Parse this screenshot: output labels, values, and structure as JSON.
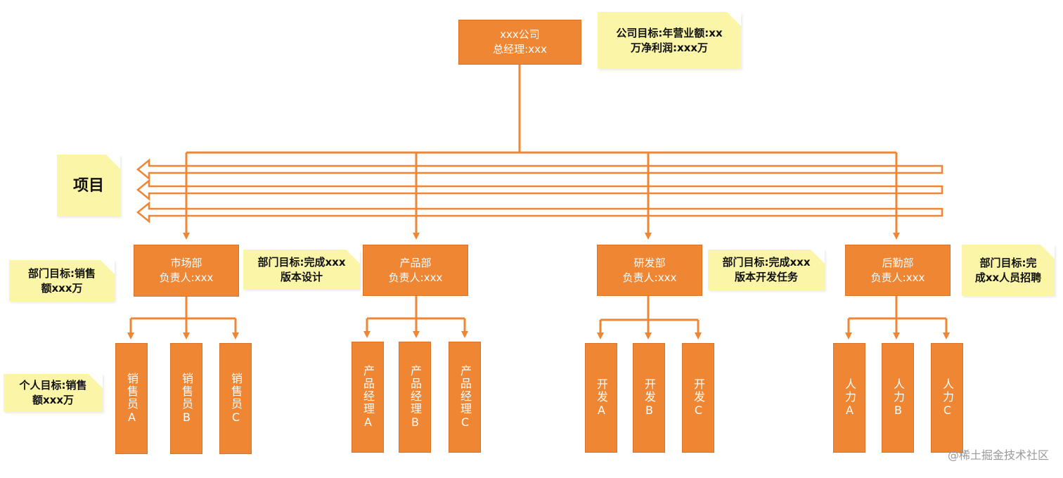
{
  "company": {
    "name": "xxx公司",
    "manager": "总经理:xxx"
  },
  "company_goal": {
    "line1": "公司目标:年营业额:xx",
    "line2": "万净利润:xxx万"
  },
  "project_label": "项目",
  "departments": [
    {
      "name": "市场部",
      "lead": "负责人:xxx"
    },
    {
      "name": "产品部",
      "lead": "负责人:xxx"
    },
    {
      "name": "研发部",
      "lead": "负责人:xxx"
    },
    {
      "name": "后勤部",
      "lead": "负责人:xxx"
    }
  ],
  "dept_goals": [
    {
      "line1": "部门目标:销售",
      "line2": "额xxx万"
    },
    {
      "line1": "部门目标:完成xxx",
      "line2": "版本设计"
    },
    {
      "line1": "部门目标:完成xxx",
      "line2": "版本开发任务"
    },
    {
      "line1": "部门目标:完",
      "line2": "成xx人员招聘"
    }
  ],
  "personal_goal": {
    "line1": "个人目标:销售",
    "line2": "额xxx万"
  },
  "members": [
    [
      "销售员A",
      "销售员B",
      "销售员C"
    ],
    [
      "产品经理A",
      "产品经理B",
      "产品经理C"
    ],
    [
      "开发A",
      "开发B",
      "开发C"
    ],
    [
      "人力A",
      "人力B",
      "人力C"
    ]
  ],
  "colors": {
    "box": "#ee8633",
    "line": "#ee8633",
    "note": "#fbf5a8"
  },
  "watermark": "@稀土掘金技术社区"
}
